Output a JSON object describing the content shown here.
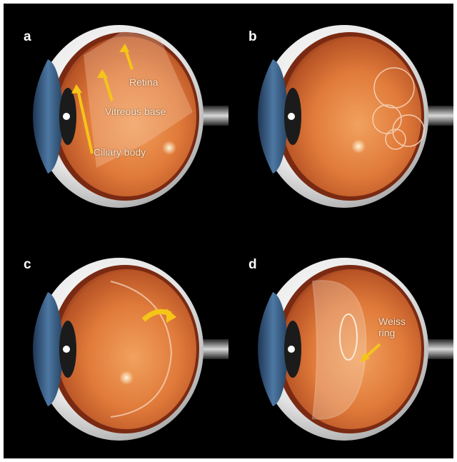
{
  "figure": {
    "panels": [
      {
        "letter": "a",
        "labels": {
          "retina": "Retina",
          "vitreous_base": "Vitreous base",
          "ciliary_body": "Ciliary body"
        }
      },
      {
        "letter": "b"
      },
      {
        "letter": "c"
      },
      {
        "letter": "d",
        "labels": {
          "weiss_ring": "Weiss\nring"
        }
      }
    ]
  },
  "colors": {
    "background": "#000000",
    "fundus": "#e07a3a",
    "sclera": "#e8e8e8",
    "iris": "#3a5f8c",
    "arrow": "#f5c518",
    "label": "#fbe3c8"
  }
}
